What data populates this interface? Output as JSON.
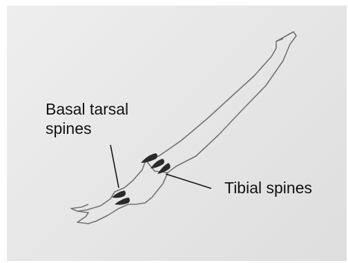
{
  "labels": {
    "basal_tarsal_line1": "Basal tarsal",
    "basal_tarsal_line2": "spines",
    "tibial": "Tibial spines"
  },
  "colors": {
    "paper": "#e8e8e8",
    "pencil": "#6e6e6e",
    "spine_fill": "#2a2a2a",
    "text": "#111111"
  }
}
